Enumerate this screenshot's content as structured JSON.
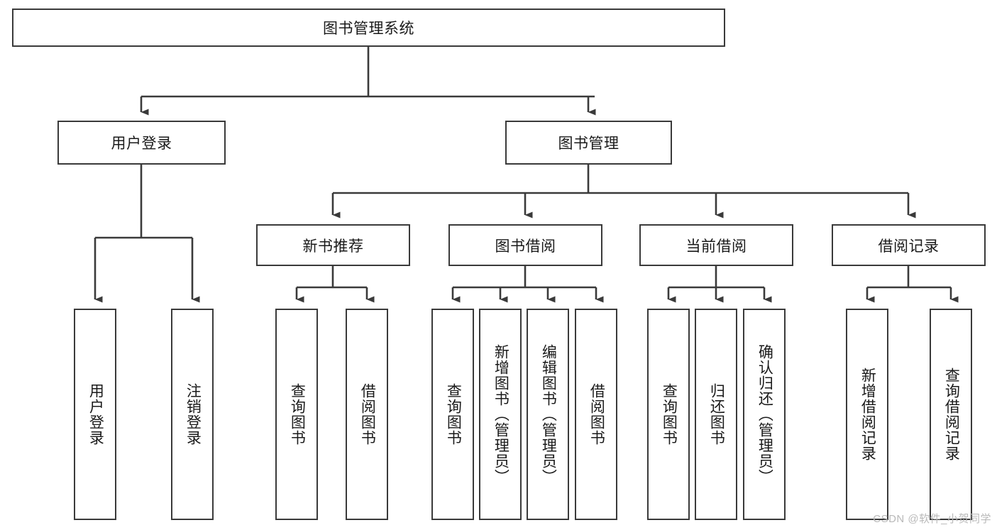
{
  "diagram": {
    "title": "图书管理系统",
    "type": "tree-hierarchy",
    "root": {
      "label": "图书管理系统"
    },
    "level2": [
      {
        "label": "用户登录"
      },
      {
        "label": "图书管理"
      }
    ],
    "level3": [
      {
        "label": "新书推荐"
      },
      {
        "label": "图书借阅"
      },
      {
        "label": "当前借阅"
      },
      {
        "label": "借阅记录"
      }
    ],
    "leaves": {
      "user_login": [
        {
          "label": "用户登录"
        },
        {
          "label": "注销登录"
        }
      ],
      "new_book_recommend": [
        {
          "label": "查询图书"
        },
        {
          "label": "借阅图书"
        }
      ],
      "book_borrow": [
        {
          "label": "查询图书"
        },
        {
          "label": "新增图书（管理员）"
        },
        {
          "label": "编辑图书（管理员）"
        },
        {
          "label": "借阅图书"
        }
      ],
      "current_borrow": [
        {
          "label": "查询图书"
        },
        {
          "label": "归还图书"
        },
        {
          "label": "确认归还（管理员）"
        }
      ],
      "borrow_record": [
        {
          "label": "新增借阅记录"
        },
        {
          "label": "查询借阅记录"
        }
      ]
    }
  },
  "watermark": {
    "text": "CSDN @软件_小贺同学"
  },
  "colors": {
    "box_border": "#3a3a3a",
    "box_fill": "#ffffff",
    "edge": "#3a3a3a",
    "text": "#1a1a1a",
    "watermark": "#b9b9b9",
    "background": "#ffffff"
  }
}
